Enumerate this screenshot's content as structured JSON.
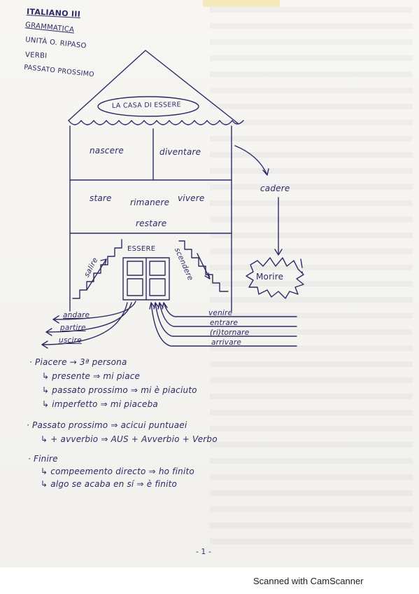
{
  "header": {
    "title": "ITALIANO III",
    "line1": "GRAMMATICA",
    "line2": "UNITÀ O. RIPASO",
    "line3": "VERBI",
    "line4": "PASSATO PROSSIMO"
  },
  "house": {
    "roof_label": "LA CASA DI ESSERE",
    "verbs_top": [
      "nascere",
      "diventare"
    ],
    "verbs_middle": [
      "stare",
      "rimanere",
      "vivere",
      "restare"
    ],
    "door_label": "ESSERE",
    "stairs_left": "salire",
    "stairs_right": "scendere",
    "outside_top": "cadere",
    "outside_bottom": "Morire"
  },
  "arrows_left": [
    "andare",
    "partire",
    "uscire"
  ],
  "arrows_right": [
    "venire",
    "entrare",
    "(ri)tornare",
    "arrivare"
  ],
  "notes": [
    {
      "head": "· Piacere → 3ª persona",
      "items": [
        "↳ presente ⇒ mi piace",
        "↳ passato prossimo ⇒ mi è piaciuto",
        "↳ imperfetto ⇒ mi piaceba"
      ]
    },
    {
      "head": "· Passato prossimo ⇒ acicui puntuaei",
      "items": [
        "↳ + avverbio ⇒ AUS + Avverbio + Verbo"
      ]
    },
    {
      "head": "· Finire",
      "items": [
        "↳ compeemento directo ⇒ ho finito",
        "↳ algo se acaba en sí ⇒ è finito"
      ]
    }
  ],
  "page_number": "- 1 -",
  "footer_text": "Scanned with CamScanner",
  "colors": {
    "ink": "#2d2b66",
    "paper": "#f5f4f1"
  }
}
